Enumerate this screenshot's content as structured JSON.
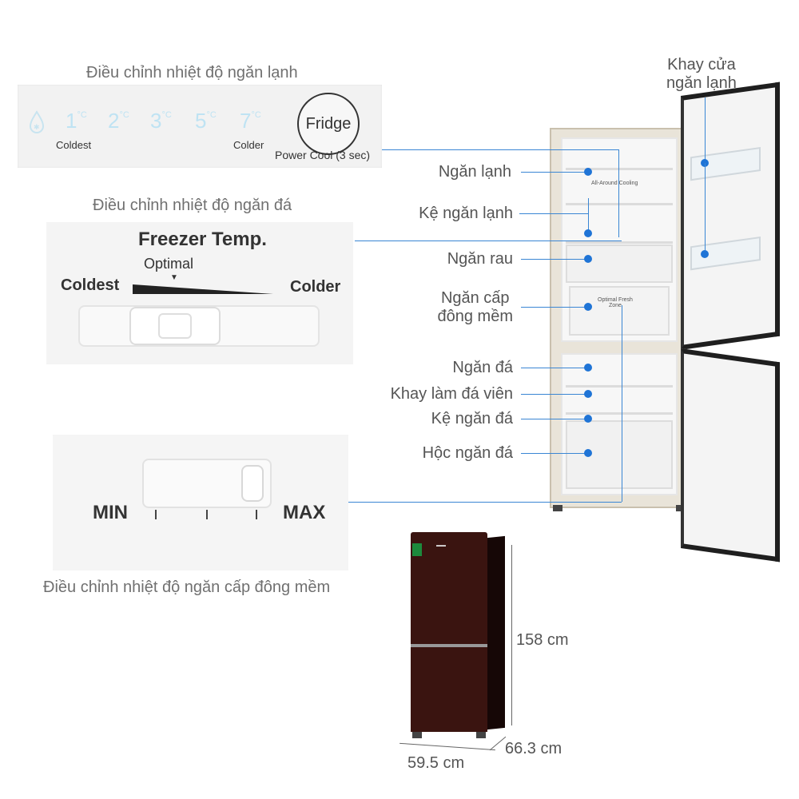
{
  "fridge_control": {
    "caption": "Điều chỉnh nhiệt độ ngăn lạnh",
    "temps": [
      "1",
      "2",
      "3",
      "5",
      "7"
    ],
    "unit": "°C",
    "coldest": "Coldest",
    "colder": "Colder",
    "button_label": "Fridge",
    "power_cool": "Power Cool (3 sec)",
    "icon": "water-drop-icon"
  },
  "freezer_control": {
    "caption": "Điều chỉnh nhiệt độ ngăn đá",
    "title": "Freezer Temp.",
    "optimal": "Optimal",
    "coldest": "Coldest",
    "colder": "Colder"
  },
  "soft_freeze_control": {
    "caption": "Điều chỉnh nhiệt độ ngăn cấp đông mềm",
    "min": "MIN",
    "max": "MAX"
  },
  "callouts": {
    "door_tray": "Khay cửa\nngăn lạnh",
    "fridge_compartment": "Ngăn lạnh",
    "fridge_shelf": "Kệ ngăn lạnh",
    "vegetable_drawer": "Ngăn rau",
    "soft_freeze": "Ngăn cấp\nđông mềm",
    "freezer_compartment": "Ngăn đá",
    "ice_tray": "Khay làm đá viên",
    "freezer_shelf": "Kệ ngăn đá",
    "freezer_drawer": "Hộc ngăn đá"
  },
  "interior_text": {
    "all_around": "All-Around Cooling",
    "optimal_fresh": "Optimal Fresh\nZone"
  },
  "dimensions": {
    "height": "158 cm",
    "depth": "66.3 cm",
    "width": "59.5 cm"
  },
  "colors": {
    "leader": "#3a86d4",
    "dot": "#1f74d6",
    "temp_text": "#bfe3f3",
    "fridge_body": "#3a1410"
  }
}
